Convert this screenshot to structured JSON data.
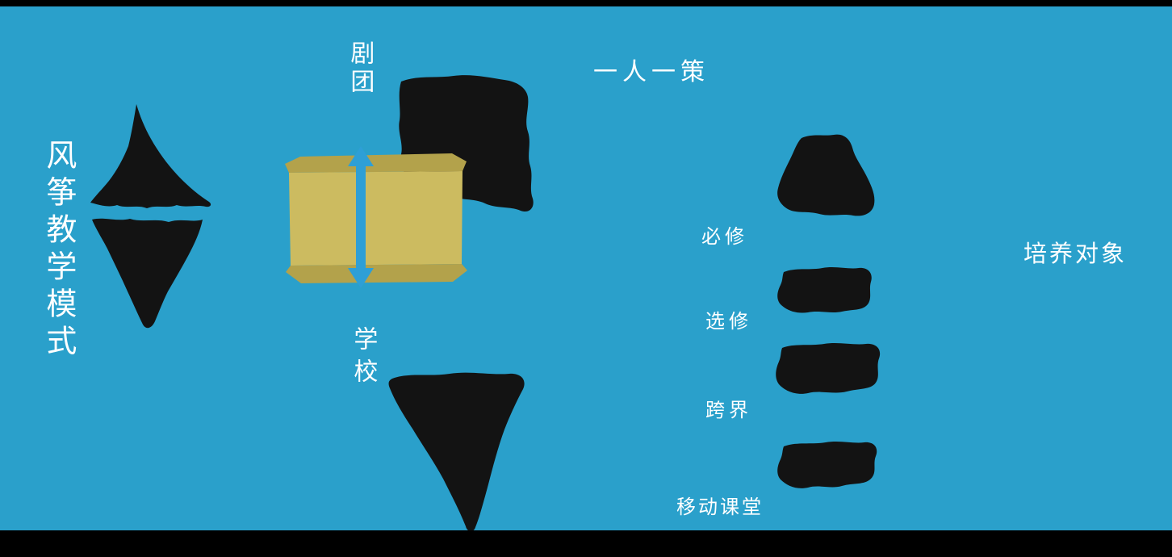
{
  "colors": {
    "background": "#2aa0cb",
    "ink_shapes": "#131313",
    "letterbox_bars": "#000000",
    "banner_body": "#ccbb60",
    "banner_edge": "#b3a24b",
    "arrow": "#2e9fd6",
    "text": "#ffffff"
  },
  "title": {
    "main_vertical": "风筝教学模式"
  },
  "labels": {
    "troupe": "剧团",
    "one_person_one_policy": "一人一策",
    "school": "学校",
    "required": "必修",
    "elective": "选修",
    "crossover": "跨界",
    "mobile_classroom": "移动课堂",
    "training_target": "培养对象"
  },
  "icons": {
    "vertical_double_arrow": "double-headed arrow between troupe and school",
    "ink_blobs": "black ink-splash shapes"
  }
}
